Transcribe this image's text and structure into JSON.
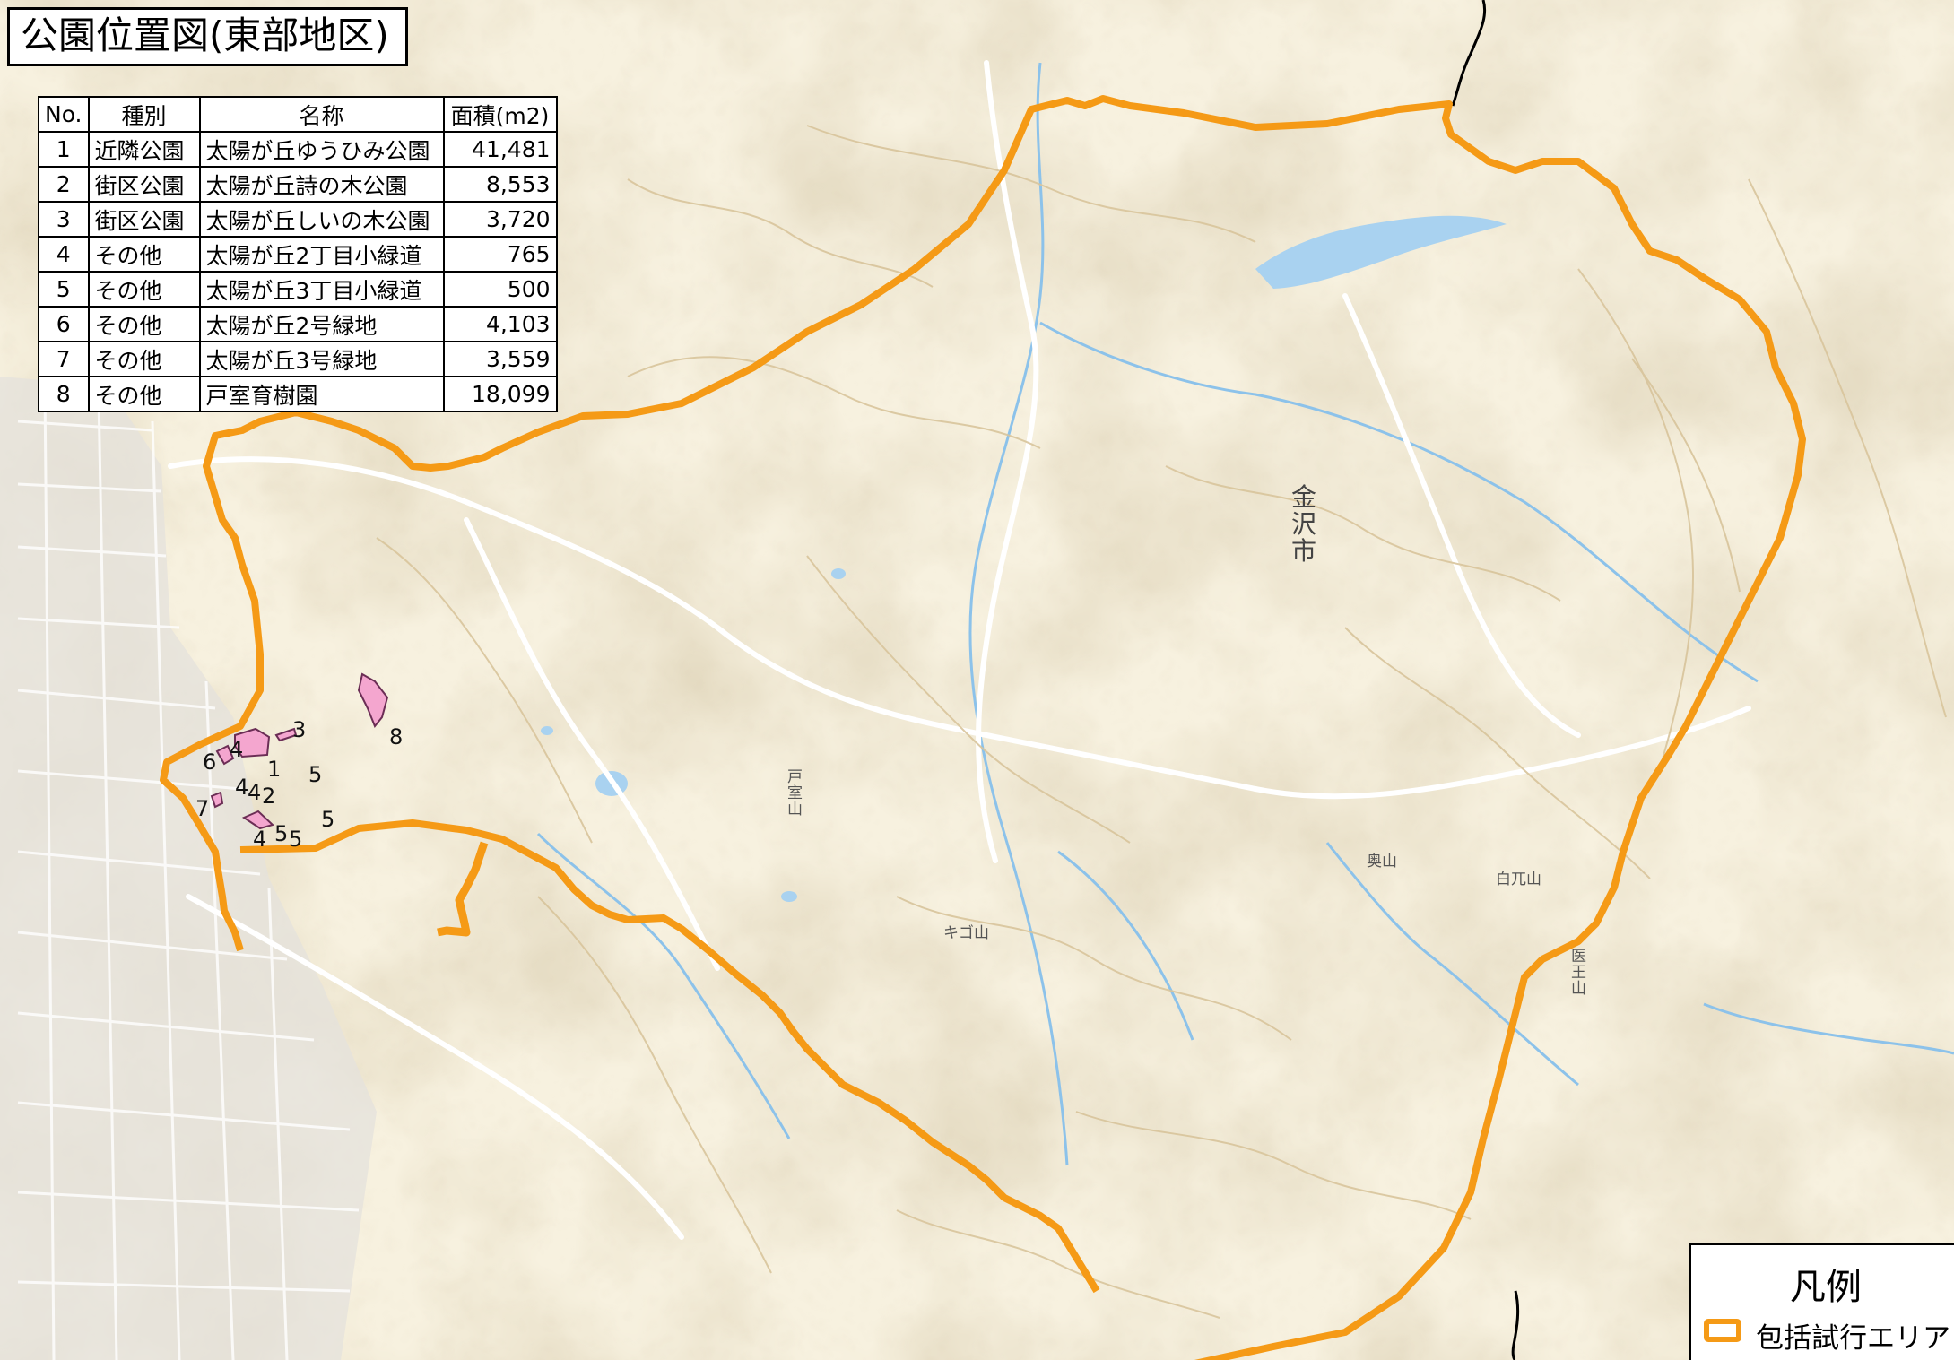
{
  "title": "公園位置図(東部地区)",
  "table": {
    "headers": [
      "No.",
      "種別",
      "名称",
      "面積(m2)"
    ],
    "rows": [
      [
        "1",
        "近隣公園",
        "太陽が丘ゆうひみ公園",
        "41,481"
      ],
      [
        "2",
        "街区公園",
        "太陽が丘詩の木公園",
        "8,553"
      ],
      [
        "3",
        "街区公園",
        "太陽が丘しいの木公園",
        "3,720"
      ],
      [
        "4",
        "その他",
        "太陽が丘2丁目小緑道",
        "765"
      ],
      [
        "5",
        "その他",
        "太陽が丘3丁目小緑道",
        "500"
      ],
      [
        "6",
        "その他",
        "太陽が丘2号緑地",
        "4,103"
      ],
      [
        "7",
        "その他",
        "太陽が丘3号緑地",
        "3,559"
      ],
      [
        "8",
        "その他",
        "戸室育樹園",
        "18,099"
      ]
    ]
  },
  "map_labels": {
    "city": "金沢市",
    "mountain_tomuro": "戸室山",
    "mountain_kibu": "キゴ山",
    "mountain_iou": "医王山",
    "mountain_shirohyo": "白兀山",
    "mountain_okuyama": "奥山"
  },
  "park_markers": {
    "p1": "1",
    "p2": "2",
    "p3": "3",
    "p4a": "4",
    "p4b": "4",
    "p4c": "4",
    "p4d": "4",
    "p5a": "5",
    "p5b": "5",
    "p5c": "5",
    "p5d": "5",
    "p6": "6",
    "p7": "7",
    "p8": "8"
  },
  "legend": {
    "title": "凡例",
    "item_label": "包括試行エリア"
  },
  "colors": {
    "boundary": "#f59a16",
    "park_fill": "#f4a6cf",
    "land": "#f7f1df",
    "water": "#a9d2f0",
    "contour": "#dcc9a3",
    "road": "#ffffff",
    "city_line": "#000000"
  }
}
